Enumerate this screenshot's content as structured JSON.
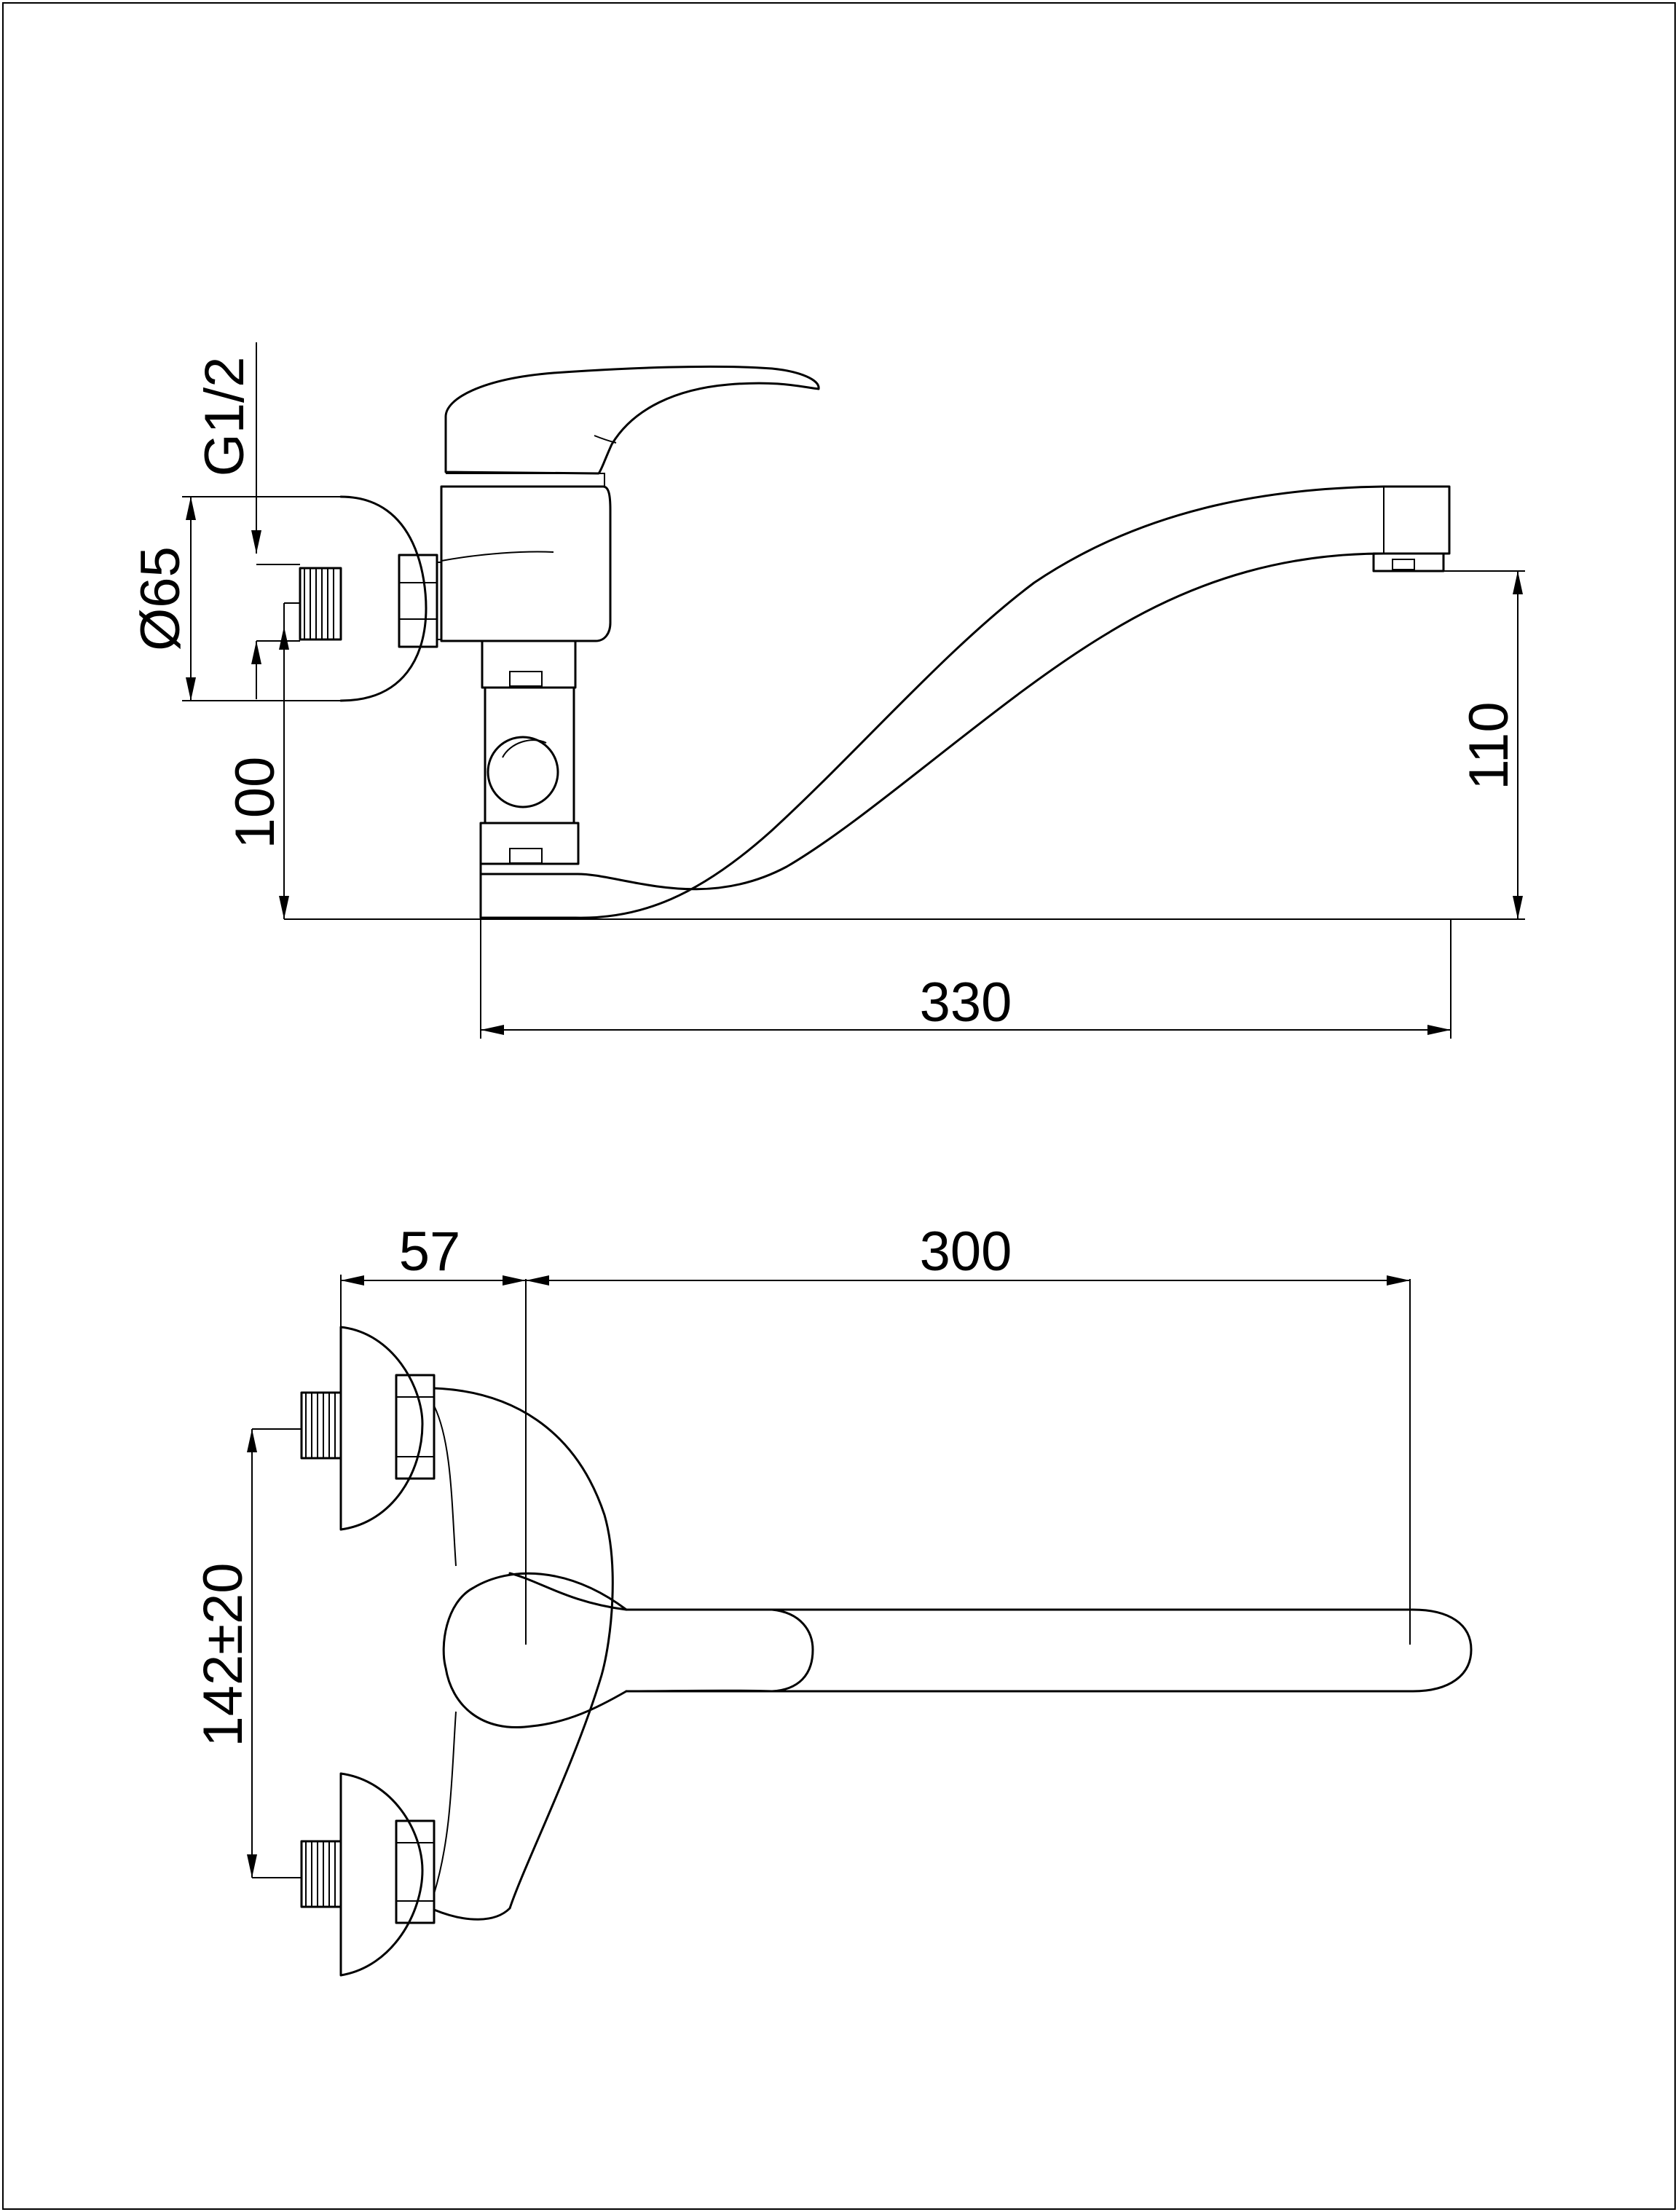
{
  "side_view": {
    "dims": {
      "thread": "G1/2",
      "diameter": "Ø65",
      "height": "100",
      "spout_height": "110",
      "length": "330"
    }
  },
  "top_view": {
    "dims": {
      "offset": "57",
      "spout_reach": "300",
      "centers": "142±20"
    }
  }
}
